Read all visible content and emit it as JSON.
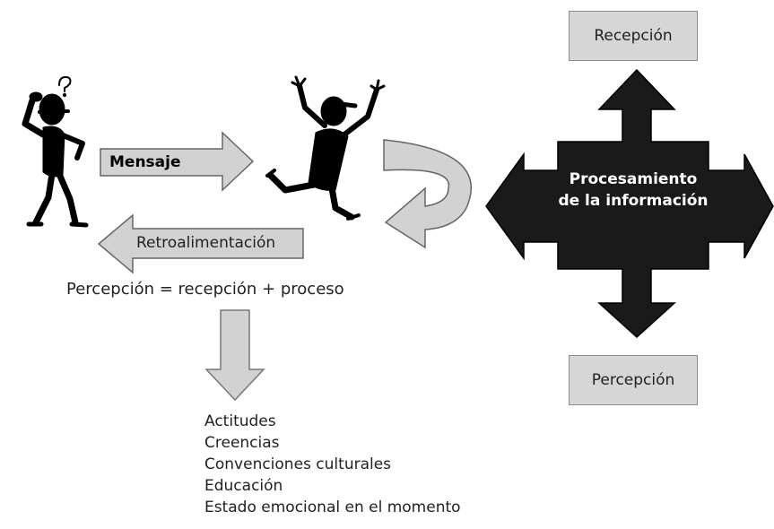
{
  "diagram": {
    "mensaje": "Mensaje",
    "retroalimentacion": "Retroalimentación",
    "formula": "Percepción = recepción + proceso",
    "factors": [
      "Actitudes",
      "Creencias",
      "Convenciones culturales",
      "Educación",
      "Estado emocional en el momento"
    ],
    "recepcion": "Recepción",
    "percepcion": "Percepción",
    "center_line1": "Procesamiento",
    "center_line2": "de la información"
  },
  "colors": {
    "gray_fill": "#cfcfcf",
    "dark_fill": "#1a1a1a",
    "figure": "#000000"
  }
}
